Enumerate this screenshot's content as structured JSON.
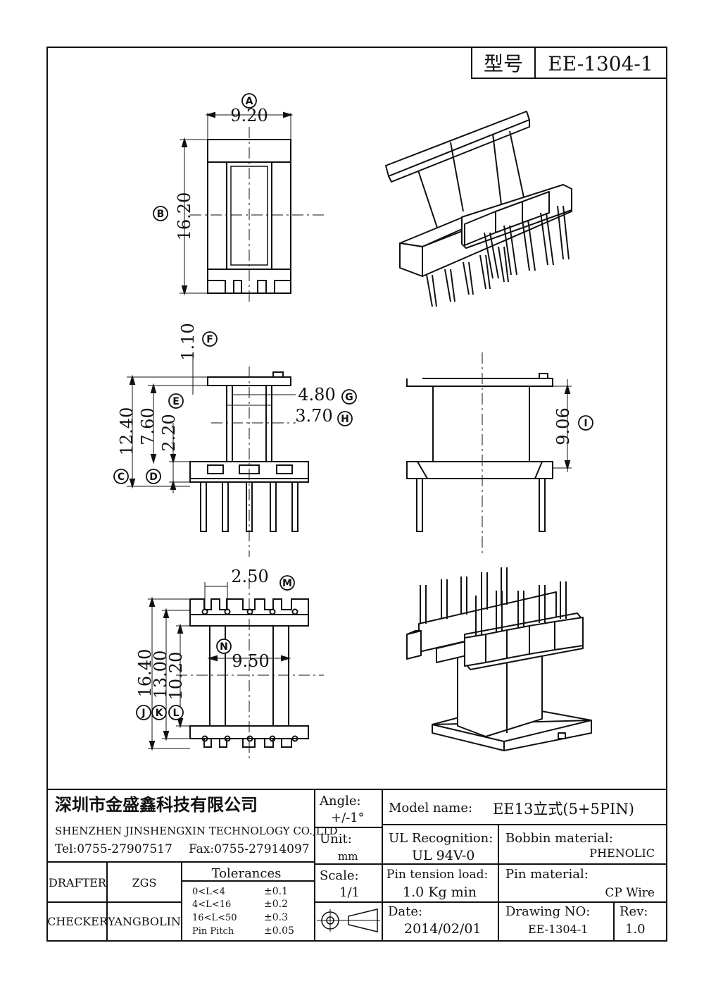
{
  "model_box": {
    "label": "型号",
    "value": "EE-1304-1"
  },
  "dims": {
    "A": "9.20",
    "B": "16.20",
    "F": "1.10",
    "G": "4.80",
    "H": "3.70",
    "C": "12.40",
    "E": "7.60",
    "D": "2.20",
    "I": "9.06",
    "M": "2.50",
    "N": "9.50",
    "J": "16.40",
    "K": "13.00",
    "L": "10.20"
  },
  "markers": {
    "A": "A",
    "B": "B",
    "C": "C",
    "D": "D",
    "E": "E",
    "F": "F",
    "G": "G",
    "H": "H",
    "I": "I",
    "J": "J",
    "K": "K",
    "L": "L",
    "M": "M",
    "N": "N"
  },
  "title_block": {
    "company_cn": "深圳市金盛鑫科技有限公司",
    "company_en": "SHENZHEN JINSHENGXIN TECHNOLOGY CO.,LTD",
    "tel": "Tel:0755-27907517",
    "fax": "Fax:0755-27914097",
    "angle_label": "Angle:",
    "angle_value": "+/-1°",
    "unit_label": "Unit:",
    "unit_value": "mm",
    "scale_label": "Scale:",
    "scale_value": "1/1",
    "model_name_label": "Model name:",
    "model_name_value": "EE13立式(5+5PIN)",
    "ul_label": "UL Recognition:",
    "ul_value": "UL 94V-0",
    "bobbin_label": "Bobbin material:",
    "bobbin_value": "PHENOLIC",
    "pin_tension_label": "Pin tension load:",
    "pin_tension_value": "1.0 Kg min",
    "pin_material_label": "Pin material:",
    "pin_material_value": "CP Wire",
    "date_label": "Date:",
    "date_value": "2014/02/01",
    "drawing_no_label": "Drawing NO:",
    "drawing_no_value": "EE-1304-1",
    "rev_label": "Rev:",
    "rev_value": "1.0",
    "drafter_label": "DRAFTER",
    "drafter_value": "ZGS",
    "checker_label": "CHECKER",
    "checker_value": "YANGBOLIN",
    "tolerances_title": "Tolerances",
    "tolerances": [
      {
        "range": "0<L<4",
        "tol": "±0.1"
      },
      {
        "range": "4<L<16",
        "tol": "±0.2"
      },
      {
        "range": "16<L<50",
        "tol": "±0.3"
      },
      {
        "range": "Pin Pitch",
        "tol": "±0.05"
      }
    ]
  }
}
